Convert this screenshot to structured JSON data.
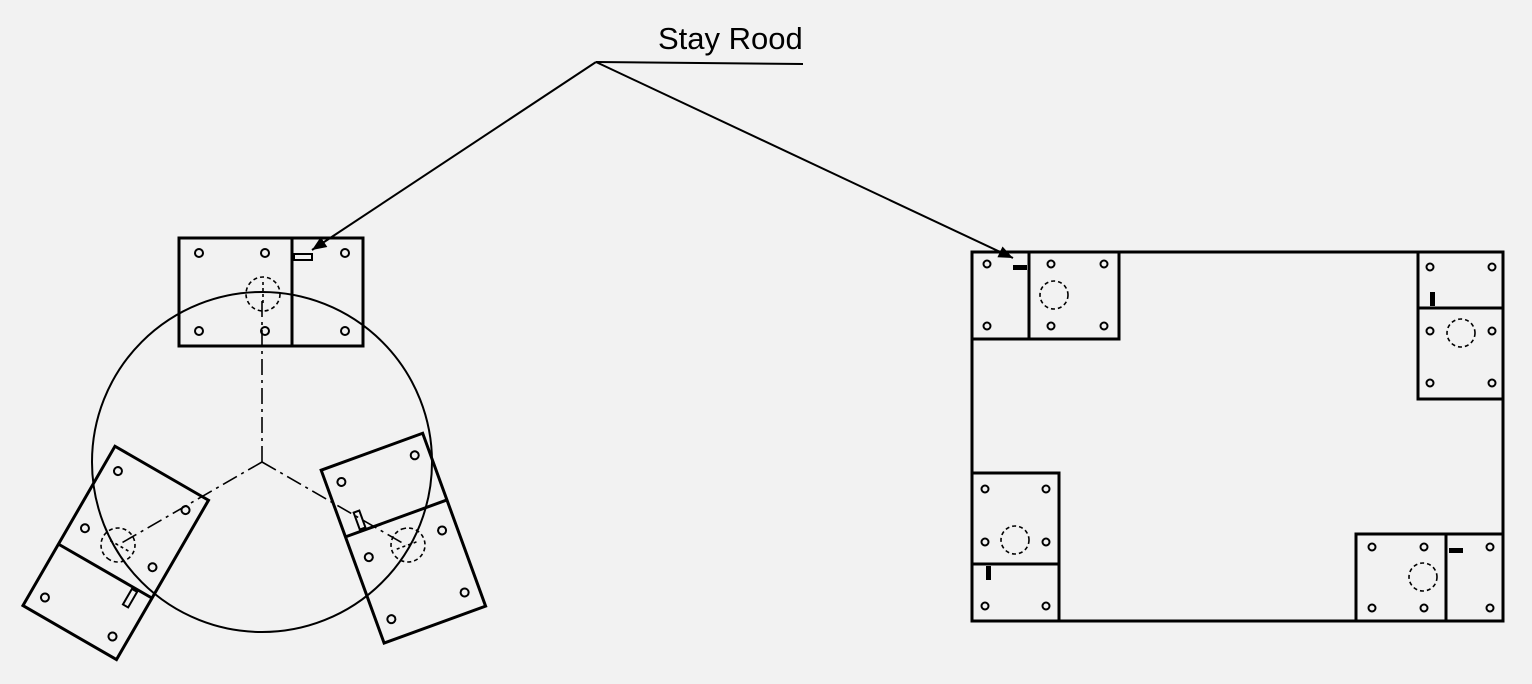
{
  "callout": {
    "label": "Stay Rood"
  },
  "colors": {
    "background": "#f2f2f2",
    "line": "#000000"
  },
  "views": {
    "left": {
      "name": "circular-arrangement",
      "plates": 3
    },
    "right": {
      "name": "rectangular-arrangement",
      "plates": 4
    }
  }
}
